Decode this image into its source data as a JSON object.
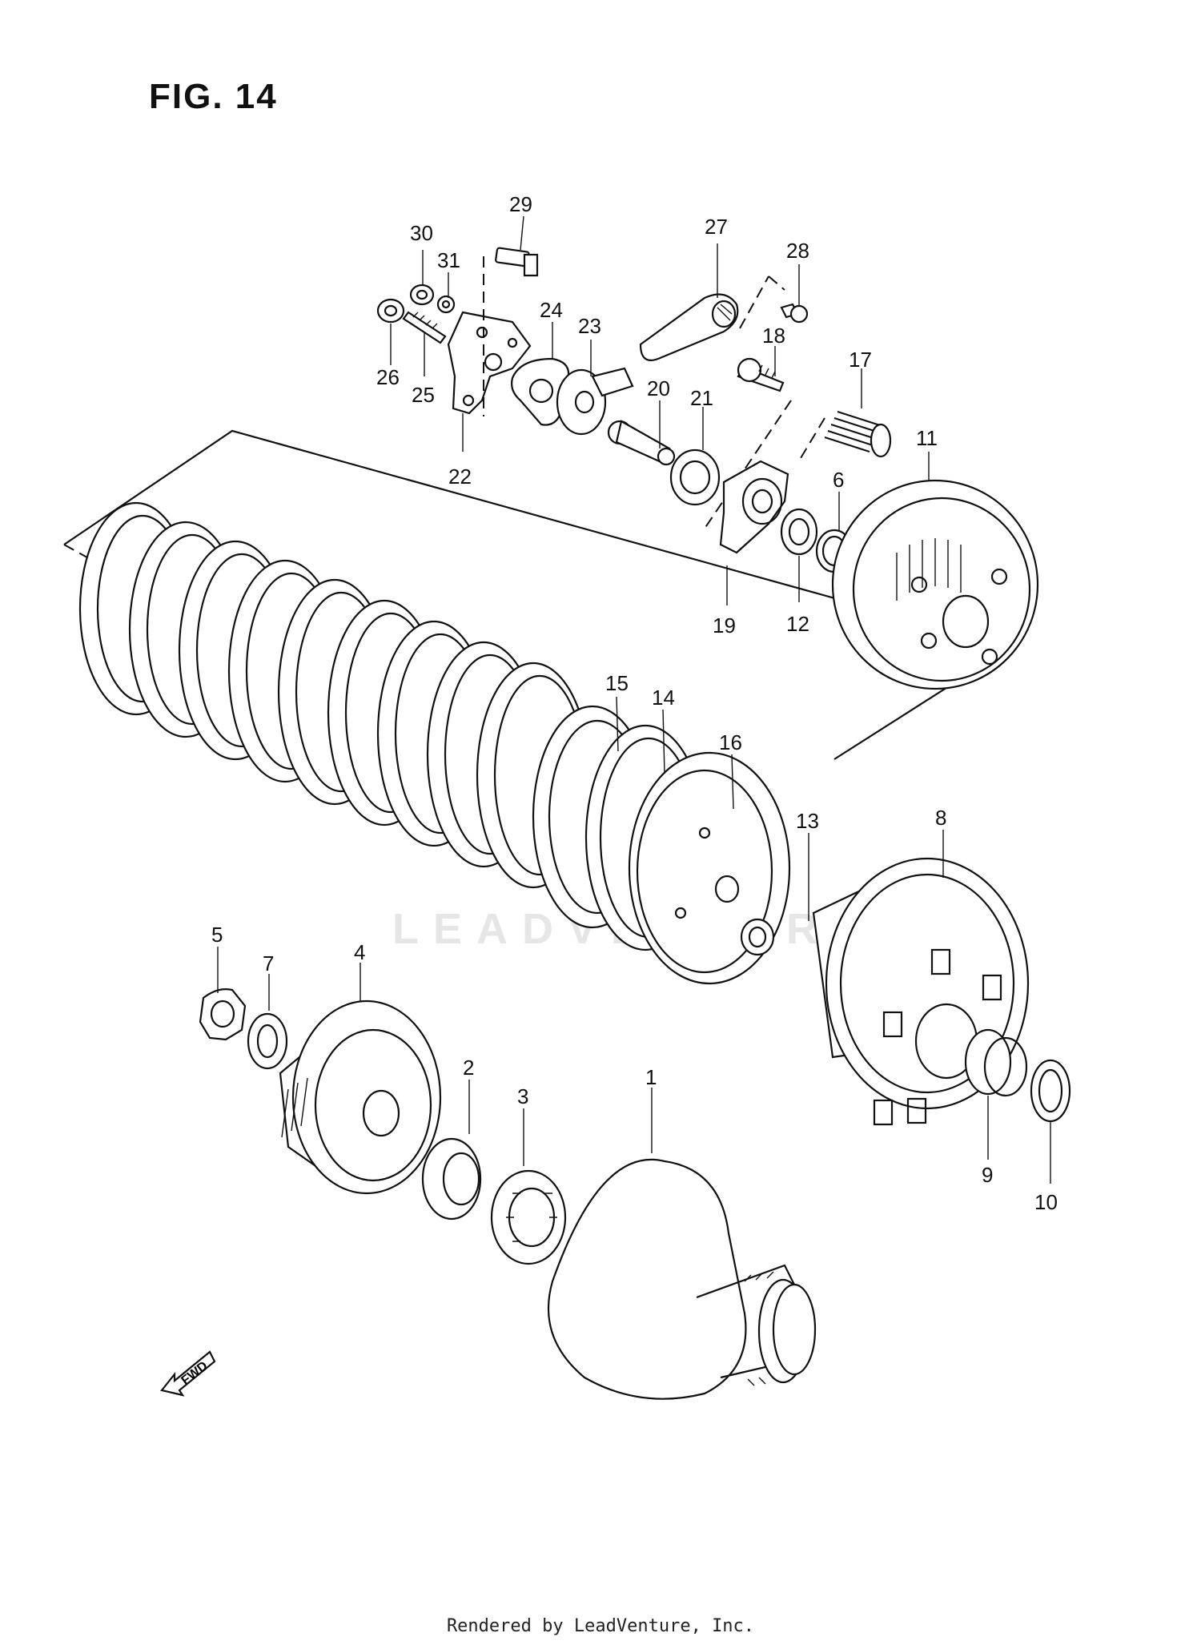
{
  "figure": {
    "title": "FIG. 14"
  },
  "watermark": "LEADVENTURE",
  "footer": "Rendered by LeadVenture, Inc.",
  "fwd_arrow": {
    "label": "FWD"
  },
  "callouts": [
    "1",
    "2",
    "3",
    "4",
    "5",
    "6",
    "7",
    "8",
    "9",
    "10",
    "11",
    "12",
    "13",
    "14",
    "15",
    "16",
    "17",
    "18",
    "19",
    "20",
    "21",
    "22",
    "23",
    "24",
    "25",
    "26",
    "27",
    "28",
    "29",
    "30",
    "31"
  ]
}
